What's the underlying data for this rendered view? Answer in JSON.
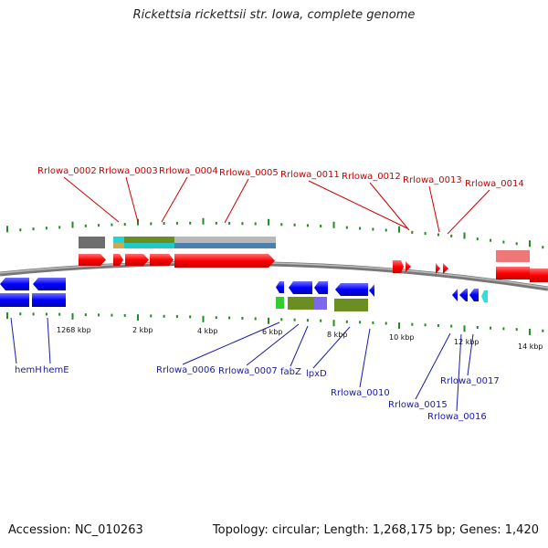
{
  "header": {
    "title": "Rickettsia rickettsii str. Iowa, complete genome"
  },
  "footer": {
    "accession": "Accession: NC_010263",
    "summary": "Topology: circular; Length: 1,268,175 bp; Genes: 1,420"
  },
  "colors": {
    "forward_gene": "#ff0000",
    "reverse_gene": "#0000ff",
    "backbone": "#888888",
    "tick": "#228b22",
    "top_label": "#cc0000",
    "bottom_label": "#1a1aa6"
  },
  "top_labels": [
    "Rrlowa_0002",
    "Rrlowa_0003",
    "Rrlowa_0004",
    "Rrlowa_0005",
    "Rrlowa_0011",
    "Rrlowa_0012",
    "Rrlowa_0013",
    "Rrlowa_0014"
  ],
  "bottom_labels": [
    "hemH",
    "hemE",
    "Rrlowa_0006",
    "Rrlowa_0007",
    "fabZ",
    "lpxD",
    "Rrlowa_0010",
    "Rrlowa_0015",
    "Rrlowa_0016",
    "Rrlowa_0017"
  ],
  "scale_labels": [
    "1268 kbp",
    "2 kbp",
    "4 kbp",
    "6 kbp",
    "8 kbp",
    "10 kbp",
    "12 kbp",
    "14 kbp"
  ]
}
